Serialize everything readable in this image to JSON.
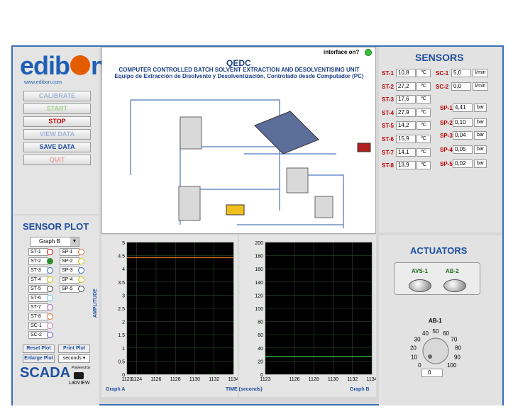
{
  "logo": {
    "text": "edibon",
    "url": "www.edibon.com"
  },
  "controls": {
    "calibrate": "CALIBRATE",
    "start": "START",
    "stop": "STOP",
    "view_data": "VIEW DATA",
    "save_data": "SAVE DATA",
    "quit": "QUIT"
  },
  "interface_label": "interface on?",
  "diagram": {
    "code": "QEDC",
    "title_en": "COMPUTER CONTROLLED BATCH SOLVENT EXTRACTION AND DESOLVENTISING UNIT",
    "title_es": "Equipo de Extracción de Disolvente y Desolventización, Controlado desde Computador (PC)"
  },
  "sensors": {
    "title": "SENSORS",
    "left": [
      {
        "name": "ST-1",
        "value": "10,8",
        "unit": "ºC"
      },
      {
        "name": "ST-2",
        "value": "27,2",
        "unit": "ºC"
      },
      {
        "name": "ST-3",
        "value": "17,6",
        "unit": "ºC"
      },
      {
        "name": "ST-4",
        "value": "27,9",
        "unit": "ºC"
      },
      {
        "name": "ST-5",
        "value": "14,2",
        "unit": "ºC"
      },
      {
        "name": "ST-6",
        "value": "15,9",
        "unit": "ºC"
      },
      {
        "name": "ST-7",
        "value": "14,1",
        "unit": "ºC"
      },
      {
        "name": "ST-8",
        "value": "13,9",
        "unit": "ºC"
      }
    ],
    "right": [
      {
        "name": "SC-1",
        "value": "5,0",
        "unit": "l/min"
      },
      {
        "name": "SC-2",
        "value": "0,0",
        "unit": "l/min"
      },
      {
        "name": "SP-1",
        "value": "4,41",
        "unit": "bar"
      },
      {
        "name": "SP-2",
        "value": "0,10",
        "unit": "bar"
      },
      {
        "name": "SP-3",
        "value": "0,04",
        "unit": "bar"
      },
      {
        "name": "SP-4",
        "value": "0,05",
        "unit": "bar"
      },
      {
        "name": "SP-5",
        "value": "0,02",
        "unit": "bar"
      }
    ]
  },
  "actuators": {
    "title": "ACTUATORS",
    "avs1": "AVS-1",
    "ab2": "AB-2",
    "ab1": "AB-1",
    "knob_ticks": [
      "0",
      "10",
      "20",
      "30",
      "40",
      "50",
      "60",
      "70",
      "80",
      "90",
      "100"
    ],
    "numeric_value": "0"
  },
  "sensor_plot": {
    "title": "SENSOR PLOT",
    "graph_select": "Graph B",
    "left_col": [
      "ST-1",
      "ST-2",
      "ST-3",
      "ST-4",
      "ST-5",
      "ST-6",
      "ST-7",
      "ST-8",
      "SC-1",
      "SC-2"
    ],
    "right_col": [
      "SP-1",
      "SP-2",
      "SP-3",
      "SP-4",
      "SP-5"
    ],
    "reset": "Reset Plot",
    "print": "Print Plot",
    "enlarge": "Enlarge Plot",
    "units": "seconds"
  },
  "scada": {
    "text": "SCADA",
    "powered": "Powered by",
    "labview": "LabVIEW"
  },
  "graphs": {
    "amplitude": "AMPLITUDE",
    "time": "TIME (seconds)",
    "graph_a": "Graph A",
    "graph_b": "Graph B"
  },
  "chart_data": [
    {
      "type": "line",
      "title": "Graph A",
      "xlabel": "TIME (seconds)",
      "ylabel": "AMPLITUDE",
      "xlim": [
        1123,
        1134
      ],
      "ylim": [
        0,
        5
      ],
      "x_ticks": [
        "1123",
        "1124",
        "1126",
        "1128",
        "1130",
        "1132",
        "1134"
      ],
      "y_ticks": [
        "0",
        "0.5",
        "1",
        "1.5",
        "2",
        "2.5",
        "3",
        "3.5",
        "4",
        "4.5",
        "5"
      ],
      "series": [
        {
          "color": "#e07b2a",
          "x": [
            1123,
            1134
          ],
          "values": [
            4.42,
            4.42
          ]
        }
      ]
    },
    {
      "type": "line",
      "title": "Graph B",
      "xlabel": "TIME (seconds)",
      "xlim": [
        1123,
        1134
      ],
      "ylim": [
        0,
        200
      ],
      "x_ticks": [
        "1123",
        "1126",
        "1128",
        "1130",
        "1132",
        "1134"
      ],
      "y_ticks": [
        "0",
        "20",
        "40",
        "60",
        "80",
        "100",
        "120",
        "140",
        "160",
        "180",
        "200"
      ],
      "series": [
        {
          "color": "#2ecc40",
          "x": [
            1123,
            1134
          ],
          "values": [
            27.2,
            27.2
          ]
        }
      ]
    }
  ]
}
